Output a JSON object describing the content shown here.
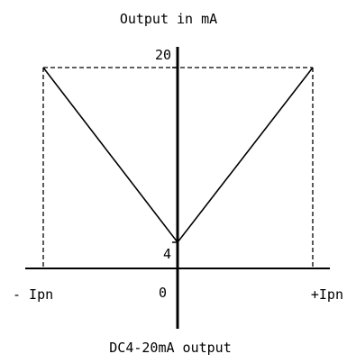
{
  "diagram": {
    "title": "Output in mA",
    "caption": "DC4-20mA output",
    "y_tick_max": "20",
    "y_tick_min": "4",
    "origin_label": "0",
    "x_neg_label": "- Ipn",
    "x_pos_label": "+Ipn"
  },
  "chart_data": {
    "type": "line",
    "x_categories": [
      "- Ipn",
      "0",
      "+Ipn"
    ],
    "series": [
      {
        "x": [
          "- Ipn",
          "0",
          "+Ipn"
        ],
        "y": [
          20,
          4,
          20
        ]
      }
    ],
    "ylabel": "Output in mA",
    "xlabel": "",
    "y_ticks": [
      4,
      20
    ],
    "colors": {
      "line": "#000000",
      "background": "#ffffff"
    }
  }
}
